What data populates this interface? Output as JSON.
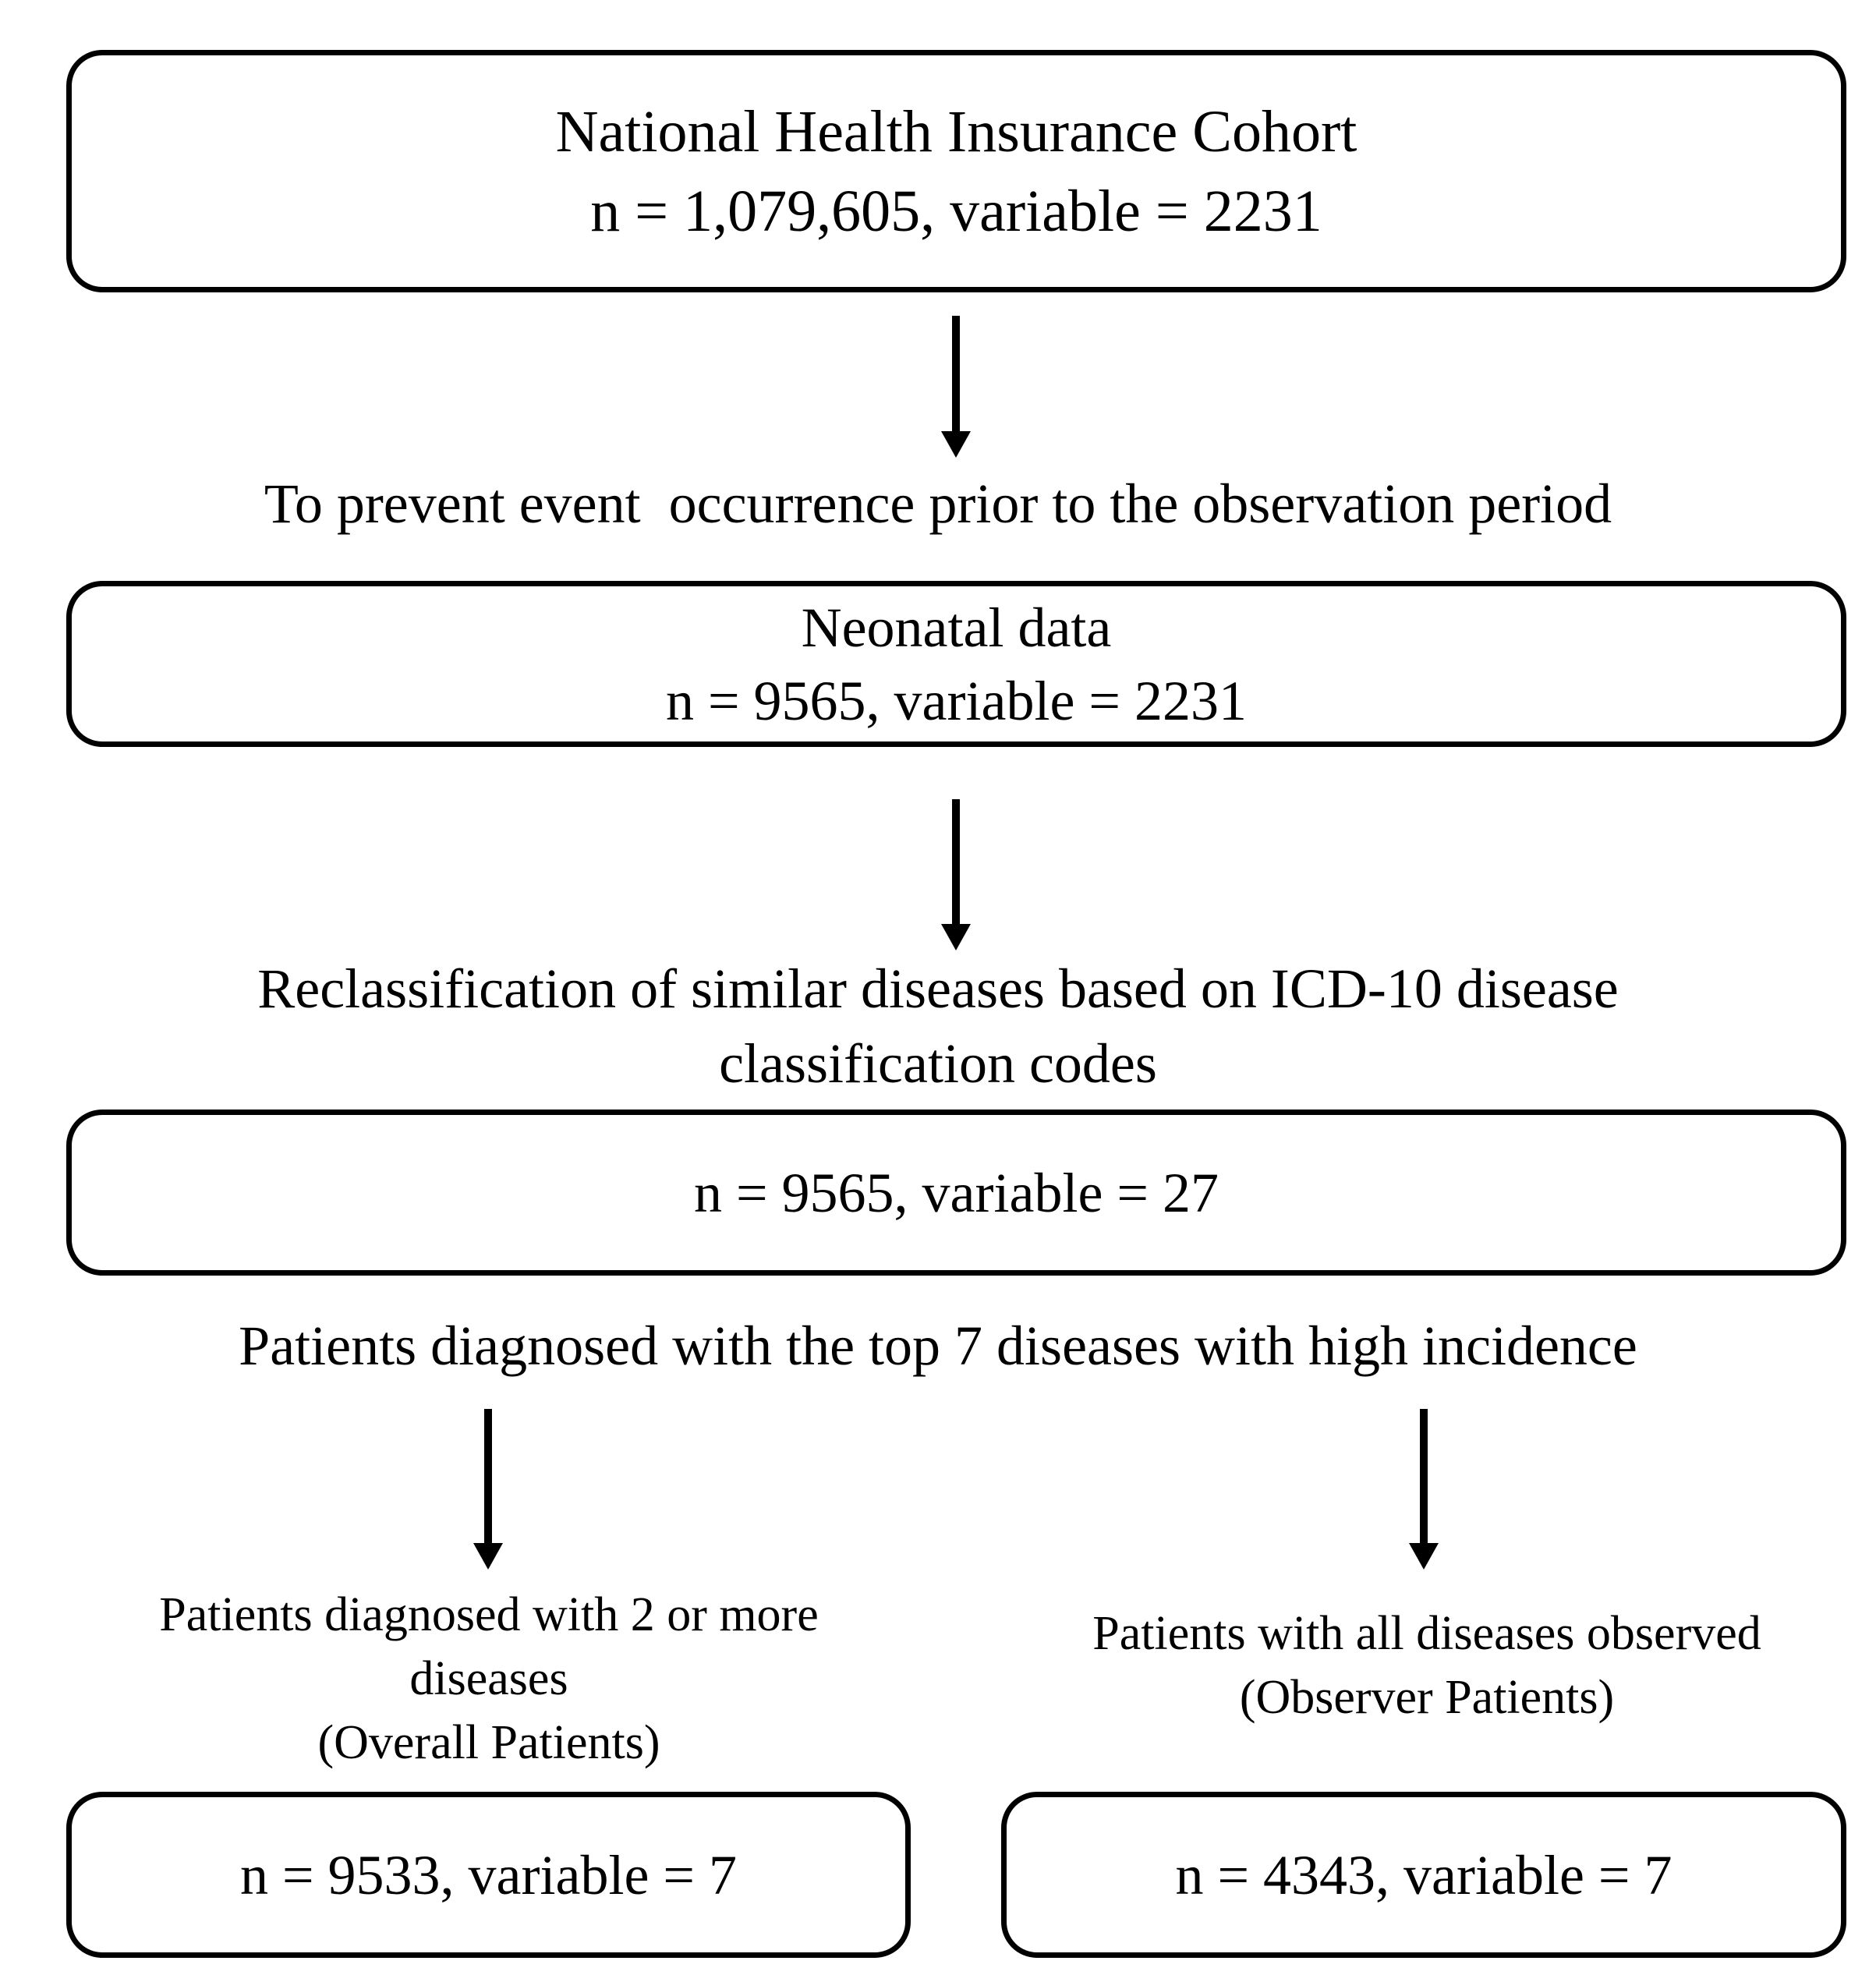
{
  "flowchart": {
    "box1": {
      "line1": "National Health Insurance Cohort",
      "line2": "n = 1,079,605, variable = 2231"
    },
    "step1_label": "To prevent event  occurrence prior to the observation period",
    "box2": {
      "line1": "Neonatal data",
      "line2": "n = 9565, variable = 2231"
    },
    "step2_label": {
      "line1": "Reclassification of similar diseases based on ICD-10 disease",
      "line2": "classification codes"
    },
    "box3": {
      "line1": "n = 9565, variable = 27"
    },
    "step3_label": "Patients diagnosed with the top 7 diseases with high incidence",
    "branch_left": {
      "label_line1": "Patients diagnosed with 2 or more",
      "label_line2": "diseases",
      "label_line3": "(Overall Patients)",
      "box": "n = 9533, variable = 7"
    },
    "branch_right": {
      "label_line1": "Patients with all diseases observed",
      "label_line2": "(Observer Patients)",
      "box": "n = 4343, variable = 7"
    }
  }
}
